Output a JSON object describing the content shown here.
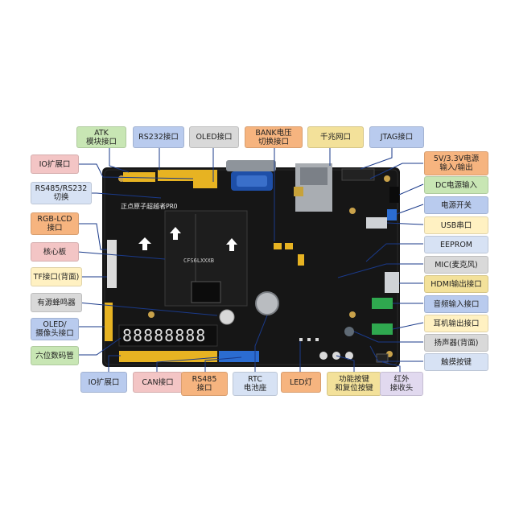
{
  "colors": {
    "blue": "#b9cbee",
    "green": "#c8e6b4",
    "orange": "#f6b47f",
    "yellow": "#f3e19a",
    "pink": "#f3c5c5",
    "gray": "#d9d9d9",
    "light_blue": "#d7e2f4",
    "light_yellow": "#fff1c2",
    "light_purple": "#e1d9ef",
    "board": "#161616",
    "connector_line": "#1a3a8a"
  },
  "board": {
    "silkscreen_brand": "正点原子超越者PRO",
    "core_chip": "CFS6LXXXB",
    "seven_segment_display": "88888888"
  },
  "labels": {
    "atk_module": "ATK\n模块接口",
    "rs232": "RS232接口",
    "oled_port": "OLED接口",
    "bank_voltage": "BANK电压\n切换接口",
    "gigabit_ethernet": "千兆网口",
    "jtag": "JTAG接口",
    "io_expansion_top": "IO扩展口",
    "rs485_rs232_switch": "RS485/RS232\n切换",
    "rgb_lcd": "RGB-LCD\n接口",
    "core_board": "核心板",
    "tf_card": "TF接口(背面)",
    "active_buzzer": "有源蜂鸣器",
    "oled_camera": "OLED/\n摄像头接口",
    "six_digit_display": "六位数码管",
    "power_5v_3v3": "5V/3.3V电源\n输入/输出",
    "dc_power": "DC电源输入",
    "power_switch": "电源开关",
    "usb_uart": "USB串口",
    "eeprom": "EEPROM",
    "mic": "MIC(麦克风)",
    "hdmi_out": "HDMI输出接口",
    "audio_in": "音频输入接口",
    "headphone_out": "耳机输出接口",
    "speaker": "扬声器(背面)",
    "touch_key": "触摸按键",
    "io_expansion_bottom": "IO扩展口",
    "can": "CAN接口",
    "rs485": "RS485\n接口",
    "rtc_battery": "RTC\n电池座",
    "led": "LED灯",
    "function_reset_keys": "功能按键\n和复位按键",
    "infrared": "红外\n接收头"
  }
}
